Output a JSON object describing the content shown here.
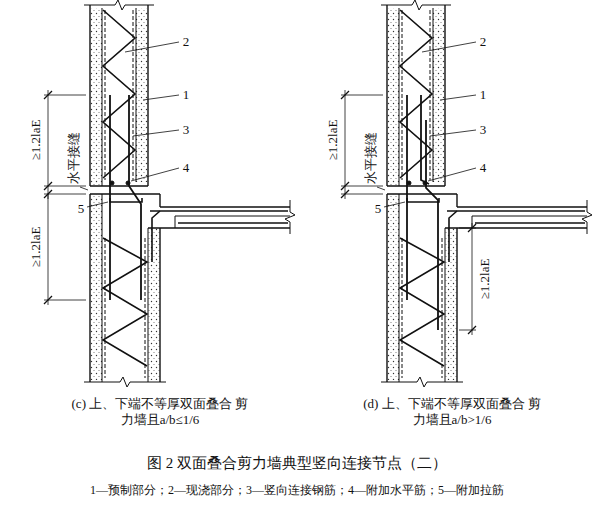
{
  "diagram": {
    "title": "图 2 双面叠合剪力墙典型竖向连接节点（二）",
    "caption": "1—预制部分；2—现浇部分；3—竖向连接钢筋；4—附加水平筋；5—附加拉筋",
    "labels": [
      "≥1.2laE",
      "水平接缝",
      "2",
      "1",
      "3",
      "4",
      "5",
      "≥1.2laE",
      "(c) 上、下端不等厚双面叠合 剪力墙且a/b≤1/6",
      "≥1.2laE",
      "水平接缝",
      "2",
      "1",
      "3",
      "4",
      "5",
      "≥1.2laE",
      "(d) 上、下端不等厚双面叠合 剪力墙且a/b>1/6"
    ]
  }
}
